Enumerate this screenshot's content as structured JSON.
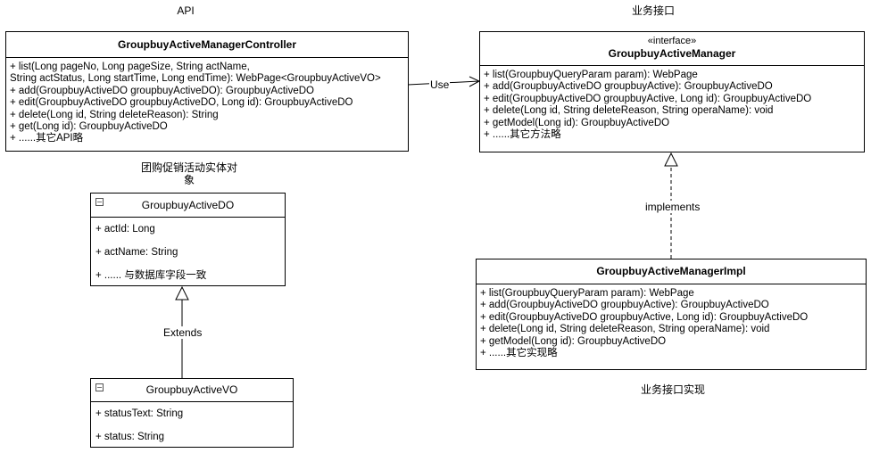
{
  "captions": {
    "api": "API",
    "service": "业务接口",
    "entity_line1": "团购促销活动实体对",
    "entity_line2": "象",
    "impl": "业务接口实现"
  },
  "controller": {
    "name": "GroupbuyActiveManagerController",
    "methods": [
      "+ list(Long pageNo, Long pageSize, String actName,",
      " String actStatus, Long startTime, Long endTime): WebPage<GroupbuyActiveVO>",
      "+ add(GroupbuyActiveDO groupbuyActiveDO): GroupbuyActiveDO",
      "+ edit(GroupbuyActiveDO groupbuyActiveDO, Long id): GroupbuyActiveDO",
      "+ delete(Long id, String deleteReason): String",
      "+ get(Long id): GroupbuyActiveDO",
      "+ ......其它API略"
    ]
  },
  "manager": {
    "stereotype": "«interface»",
    "name": "GroupbuyActiveManager",
    "methods": [
      "+ list(GroupbuyQueryParam param): WebPage",
      "+ add(GroupbuyActiveDO groupbuyActive): GroupbuyActiveDO",
      "+ edit(GroupbuyActiveDO groupbuyActive, Long id): GroupbuyActiveDO",
      "+ delete(Long id, String deleteReason, String operaName): void",
      "+ getModel(Long id): GroupbuyActiveDO",
      "+ ......其它方法略"
    ]
  },
  "impl": {
    "name": "GroupbuyActiveManagerImpl",
    "methods": [
      "+ list(GroupbuyQueryParam param): WebPage",
      "+ add(GroupbuyActiveDO groupbuyActive): GroupbuyActiveDO",
      "+ edit(GroupbuyActiveDO groupbuyActive, Long id): GroupbuyActiveDO",
      "+ delete(Long id, String deleteReason, String operaName): void",
      "+ getModel(Long id): GroupbuyActiveDO",
      "+ ......其它实现略"
    ]
  },
  "active_do": {
    "collapse": "−",
    "name": "GroupbuyActiveDO",
    "fields": [
      "+ actId: Long",
      "+ actName: String",
      "+ ...... 与数据库字段一致"
    ]
  },
  "active_vo": {
    "collapse": "−",
    "name": "GroupbuyActiveVO",
    "fields": [
      "+ statusText: String",
      "+ status: String"
    ]
  },
  "edges": {
    "use": "Use",
    "implements": "implements",
    "extends": "Extends"
  }
}
